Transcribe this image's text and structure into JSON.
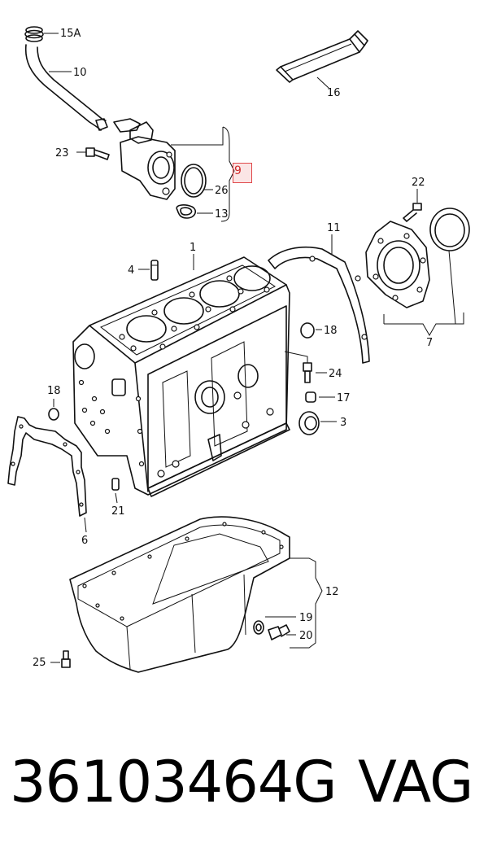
{
  "callouts": {
    "c15a": "15A",
    "c10": "10",
    "c16": "16",
    "c23": "23",
    "c26": "26",
    "c9": "9",
    "c13": "13",
    "c22": "22",
    "c11": "11",
    "c1": "1",
    "c4": "4",
    "c18a": "18",
    "c7": "7",
    "c24": "24",
    "c17": "17",
    "c3": "3",
    "c18b": "18",
    "c21": "21",
    "c6": "6",
    "c12": "12",
    "c19": "19",
    "c20": "20",
    "c25": "25"
  },
  "caption": {
    "part_number": "36103464G",
    "brand": "VAG"
  },
  "colors": {
    "line": "#111111",
    "highlight_border": "#e0484a",
    "highlight_fill": "#f09696"
  },
  "highlighted_callout": "9"
}
